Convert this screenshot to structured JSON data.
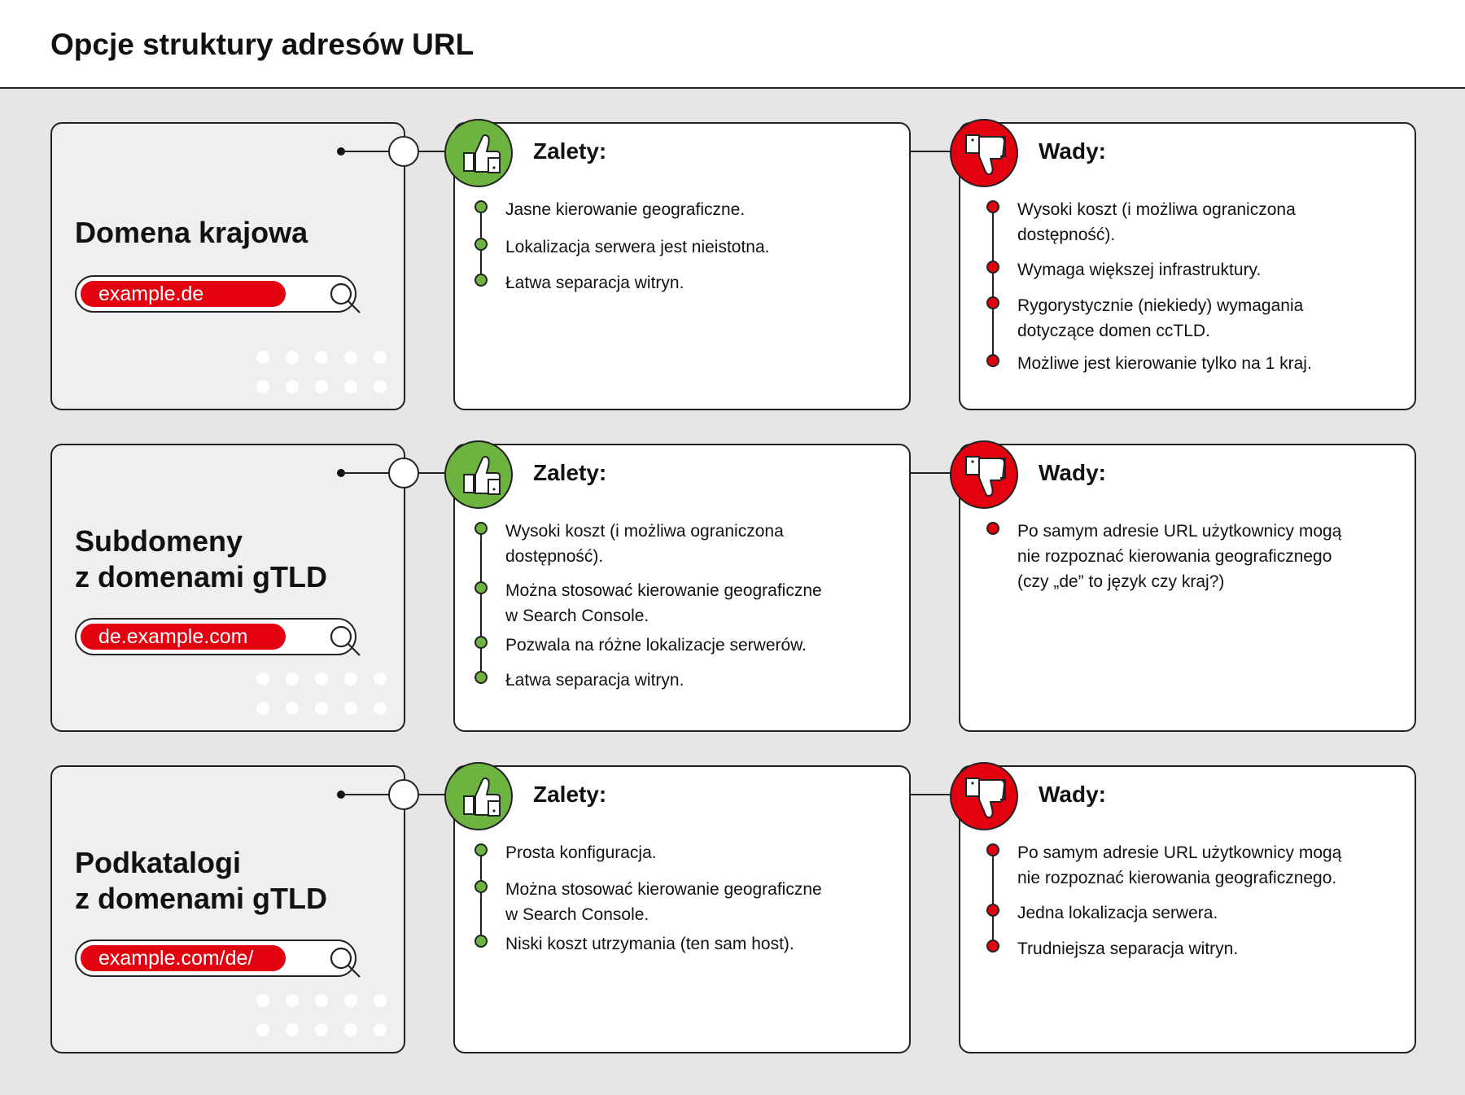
{
  "title": "Opcje struktury adresów URL",
  "colors": {
    "green": "#6db33f",
    "red": "#e3000f",
    "background": "#e6e6e6"
  },
  "icons": {
    "pros": "thumbs-up-icon",
    "cons": "thumbs-down-icon",
    "search": "search-icon"
  },
  "rows": [
    {
      "option_title": "Domena krajowa",
      "url": "example.de",
      "pros_heading": "Zalety:",
      "cons_heading": "Wady:",
      "pros": [
        "Jasne kierowanie geograficzne.",
        "Lokalizacja serwera jest nieistotna.",
        "Łatwa separacja witryn."
      ],
      "cons": [
        "Wysoki koszt (i możliwa ograniczona\ndostępność).",
        "Wymaga większej infrastruktury.",
        "Rygorystycznie (niekiedy) wymagania\ndotyczące domen ccTLD.",
        "Możliwe jest kierowanie tylko na 1 kraj."
      ]
    },
    {
      "option_title": "Subdomeny\nz domenami gTLD",
      "url": "de.example.com",
      "pros_heading": "Zalety:",
      "cons_heading": "Wady:",
      "pros": [
        "Wysoki koszt (i możliwa ograniczona\ndostępność).",
        "Można stosować kierowanie geograficzne\nw Search Console.",
        "Pozwala na różne lokalizacje serwerów.",
        "Łatwa separacja witryn."
      ],
      "cons": [
        "Po samym adresie URL użytkownicy mogą\nnie rozpoznać kierowania geograficznego\n(czy „de” to język czy kraj?)"
      ]
    },
    {
      "option_title": "Podkatalogi\nz domenami gTLD",
      "url": "example.com/de/",
      "pros_heading": "Zalety:",
      "cons_heading": "Wady:",
      "pros": [
        "Prosta konfiguracja.",
        "Można stosować kierowanie geograficzne\nw Search Console.",
        "Niski koszt utrzymania (ten sam host)."
      ],
      "cons": [
        "Po samym adresie URL użytkownicy mogą\nnie rozpoznać kierowania geograficznego.",
        "Jedna lokalizacja serwera.",
        "Trudniejsza separacja witryn."
      ]
    }
  ]
}
